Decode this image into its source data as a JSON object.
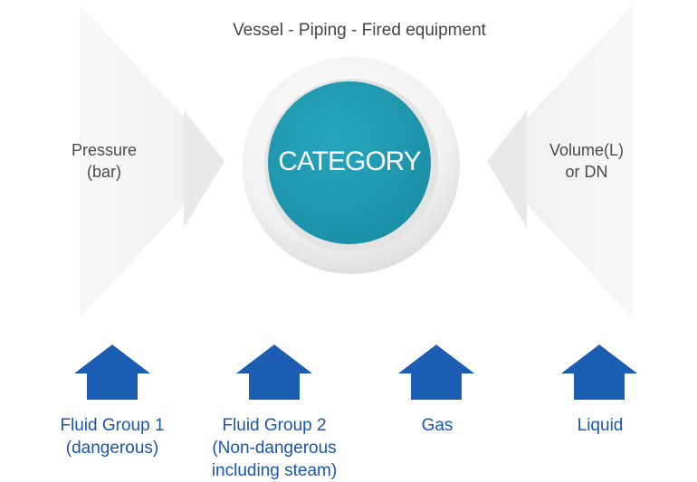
{
  "title": "Vessel - Piping - Fired equipment",
  "left_factor": "Pressure\n(bar)",
  "right_factor": "Volume(L)\nor DN",
  "center": "CATEGORY",
  "fluids": [
    {
      "label": "Fluid Group 1\n(dangerous)"
    },
    {
      "label": "Fluid Group 2\n(Non-dangerous\nincluding steam)"
    },
    {
      "label": "Gas"
    },
    {
      "label": "Liquid"
    }
  ],
  "colors": {
    "circle": "#2199b0",
    "arrow": "#1c5db4",
    "chevron": "#f2f2f2",
    "label_blue": "#1a56b0"
  },
  "icons": [
    "right-chevron-arrow",
    "left-chevron-arrow",
    "up-house-arrow"
  ]
}
